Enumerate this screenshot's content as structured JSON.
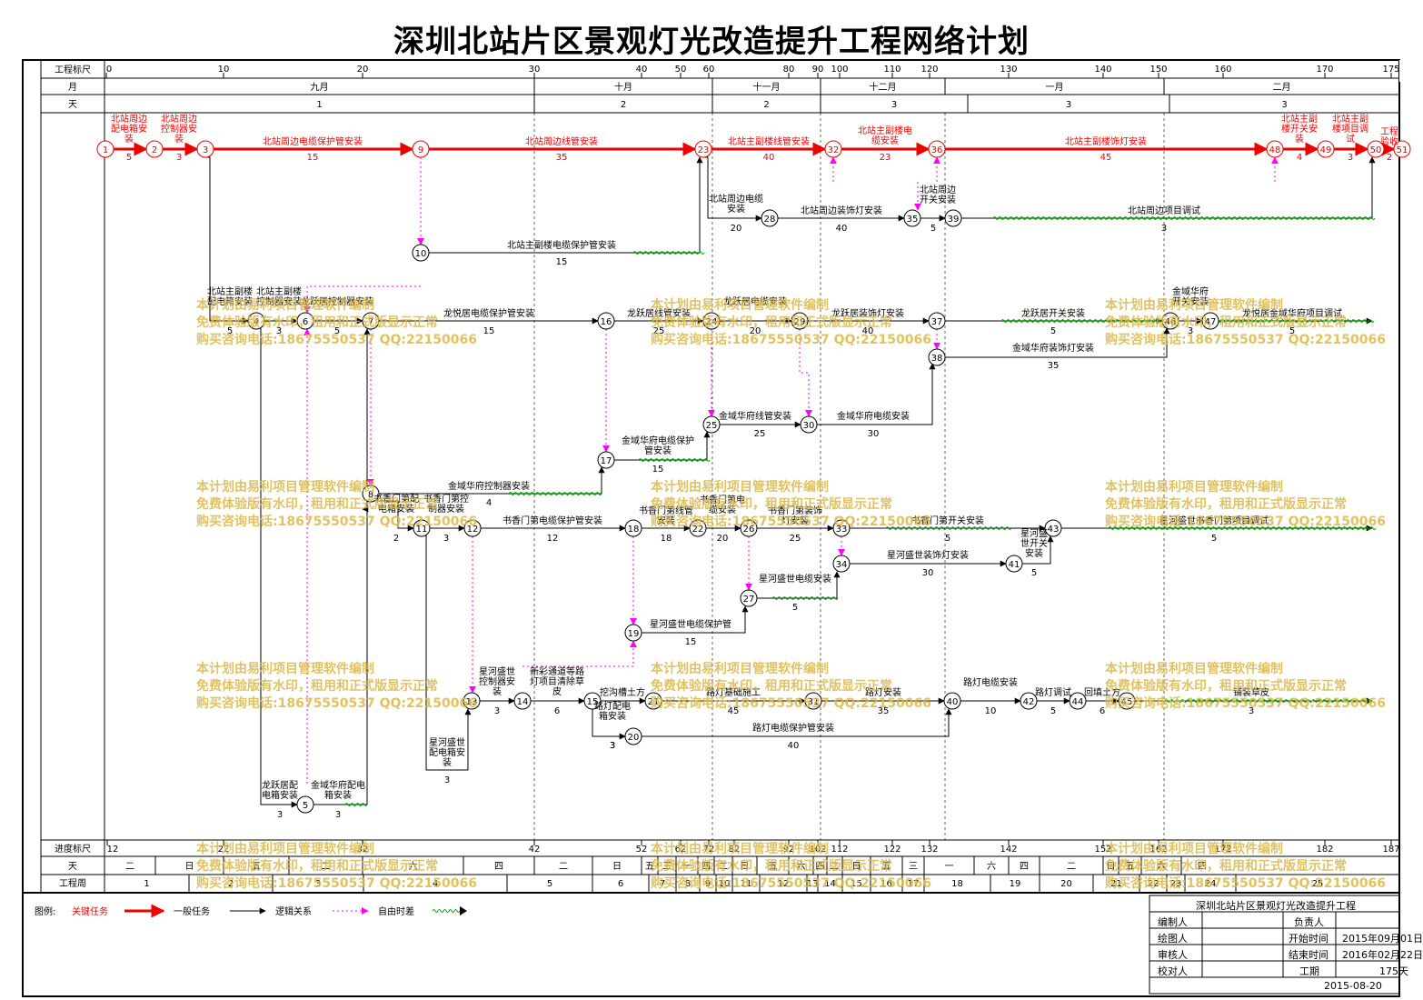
{
  "title": "深圳北站片区景观灯光改造提升工程网络计划",
  "row_labels": {
    "scale": "工程标尺",
    "month": "月",
    "day": "天",
    "progress": "进度标尺",
    "bottom_day": "天",
    "week": "工程周"
  },
  "top_ticks": [
    "0",
    "10",
    "20",
    "30",
    "40",
    "50",
    "60",
    "80",
    "90",
    "100",
    "110",
    "120",
    "130",
    "140",
    "150",
    "160",
    "170",
    "175"
  ],
  "months": [
    "九月",
    "十月",
    "十一月",
    "十二月",
    "一月",
    "二月"
  ],
  "days_top": [
    "1",
    "2",
    "2",
    "3",
    "3",
    "3"
  ],
  "progress_ticks": [
    "12",
    "22",
    "32",
    "42",
    "52",
    "62",
    "72",
    "82",
    "92",
    "102",
    "112",
    "122",
    "132",
    "142",
    "152",
    "162",
    "172",
    "182",
    "187"
  ],
  "bottom_days": [
    "二",
    "日",
    "五",
    "二",
    "六",
    "四",
    "二",
    "日",
    "五",
    "三",
    "一",
    "四",
    "二",
    "日",
    "五",
    "六",
    "四",
    "二",
    "日",
    "五",
    "三",
    "一",
    "六",
    "四",
    "二",
    "日",
    "五",
    "六",
    "四"
  ],
  "weeks": [
    "1",
    "2",
    "3",
    "4",
    "5",
    "6",
    "7",
    "8",
    "9",
    "10",
    "11",
    "12",
    "13",
    "14",
    "15",
    "16",
    "17",
    "18",
    "19",
    "20",
    "21",
    "22",
    "23",
    "24",
    "25"
  ],
  "tasks": [
    {
      "label": "北站周边配电箱安装",
      "dur": "5"
    },
    {
      "label": "北站周边控制器安装",
      "dur": "3"
    },
    {
      "label": "北站周边电缆保护管安装",
      "dur": "15"
    },
    {
      "label": "北站周边线管安装",
      "dur": "35"
    },
    {
      "label": "北站主副楼线管安装",
      "dur": "40"
    },
    {
      "label": "北站主副楼电缆安装",
      "dur": "23"
    },
    {
      "label": "北站主副楼饰灯安装",
      "dur": "45"
    },
    {
      "label": "北站主副楼开关安装",
      "dur": "4"
    },
    {
      "label": "北站主副楼项目调试",
      "dur": "3"
    },
    {
      "label": "工程验收",
      "dur": "2"
    },
    {
      "label": "北站周边电缆安装",
      "dur": "20"
    },
    {
      "label": "北站周边装饰灯安装",
      "dur": "40"
    },
    {
      "label": "北站周边开关安装",
      "dur": "5"
    },
    {
      "label": "北站周边项目调试",
      "dur": "3"
    },
    {
      "label": "北站主副楼电缆保护管安装",
      "dur": "15"
    },
    {
      "label": "北站主副楼配电箱安装",
      "dur": "5"
    },
    {
      "label": "北站主副楼控制器安装",
      "dur": "3"
    },
    {
      "label": "龙跃居控制器安装",
      "dur": "5"
    },
    {
      "label": "龙悦居电缆保护管安装",
      "dur": "15"
    },
    {
      "label": "龙跃居线管安装",
      "dur": "25"
    },
    {
      "label": "龙跃居电缆安装",
      "dur": "20"
    },
    {
      "label": "龙跃居装饰灯安装",
      "dur": "40"
    },
    {
      "label": "龙跃居开关安装",
      "dur": "5"
    },
    {
      "label": "金域华府开关安装",
      "dur": "3"
    },
    {
      "label": "龙悦居金域华府项目调试",
      "dur": "5"
    },
    {
      "label": "金域华府装饰灯安装",
      "dur": "35"
    },
    {
      "label": "金域华府线管安装",
      "dur": "25"
    },
    {
      "label": "金域华府电缆安装",
      "dur": "30"
    },
    {
      "label": "金域华府电缆保护管安装",
      "dur": "15"
    },
    {
      "label": "金域华府控制器安装",
      "dur": "4"
    },
    {
      "label": "书香门第配电箱安装",
      "dur": "2"
    },
    {
      "label": "书香门第控制器安装",
      "dur": "3"
    },
    {
      "label": "书香门第电缆保护管安装",
      "dur": "12"
    },
    {
      "label": "书香门第线管安装",
      "dur": "18"
    },
    {
      "label": "书香门第电缆安装",
      "dur": "20"
    },
    {
      "label": "书香门第装饰灯安装",
      "dur": "25"
    },
    {
      "label": "书香门第开关安装",
      "dur": "5"
    },
    {
      "label": "星河盛世开关安装",
      "dur": "5"
    },
    {
      "label": "星河盛世书香门第项目调试",
      "dur": "5"
    },
    {
      "label": "星河盛世装饰灯安装",
      "dur": "30"
    },
    {
      "label": "星河盛世电缆安装",
      "dur": "5"
    },
    {
      "label": "星河盛世电缆保护管",
      "dur": "15"
    },
    {
      "label": "星河盛世配电箱安装",
      "dur": "3"
    },
    {
      "label": "星河盛世控制器安装",
      "dur": "3"
    },
    {
      "label": "新彩通道等路灯项目清除草皮",
      "dur": "6"
    },
    {
      "label": "挖沟槽土方",
      "dur": "3"
    },
    {
      "label": "路灯基础施工",
      "dur": "45"
    },
    {
      "label": "路灯安装",
      "dur": "35"
    },
    {
      "label": "路灯配电箱安装",
      "dur": "3"
    },
    {
      "label": "路灯电缆保护管安装",
      "dur": "40"
    },
    {
      "label": "路灯电缆安装",
      "dur": "10"
    },
    {
      "label": "路灯调试",
      "dur": "5"
    },
    {
      "label": "回填土方",
      "dur": "6"
    },
    {
      "label": "铺装草皮",
      "dur": "3"
    },
    {
      "label": "龙跃居配电箱安装",
      "dur": "3"
    },
    {
      "label": "金域华府配电箱安装",
      "dur": "3"
    }
  ],
  "legend": {
    "title": "图例:",
    "critical": "关键任务",
    "normal": "一般任务",
    "logic": "逻辑关系",
    "float": "自由时差"
  },
  "info": {
    "project": "深圳北站片区景观灯光改造提升工程",
    "editor": "编制人",
    "owner": "负责人",
    "drawer": "绘图人",
    "start_label": "开始时间",
    "start": "2015年09月01日",
    "reviewer": "审核人",
    "end_label": "结束时间",
    "end": "2016年02月22日",
    "checker": "校对人",
    "duration_label": "工期",
    "duration": "175天",
    "date": "2015-08-20"
  },
  "watermark": [
    "本计划由易利项目管理软件编制",
    "免费体验版有水印，租用和正式版显示正常",
    "购买咨询电话:18675550537 QQ:22150066"
  ],
  "colors": {
    "critical": "#ee0000",
    "float": "#ff00ff",
    "slack": "#00aa00",
    "watermark": "#d9b84a"
  }
}
